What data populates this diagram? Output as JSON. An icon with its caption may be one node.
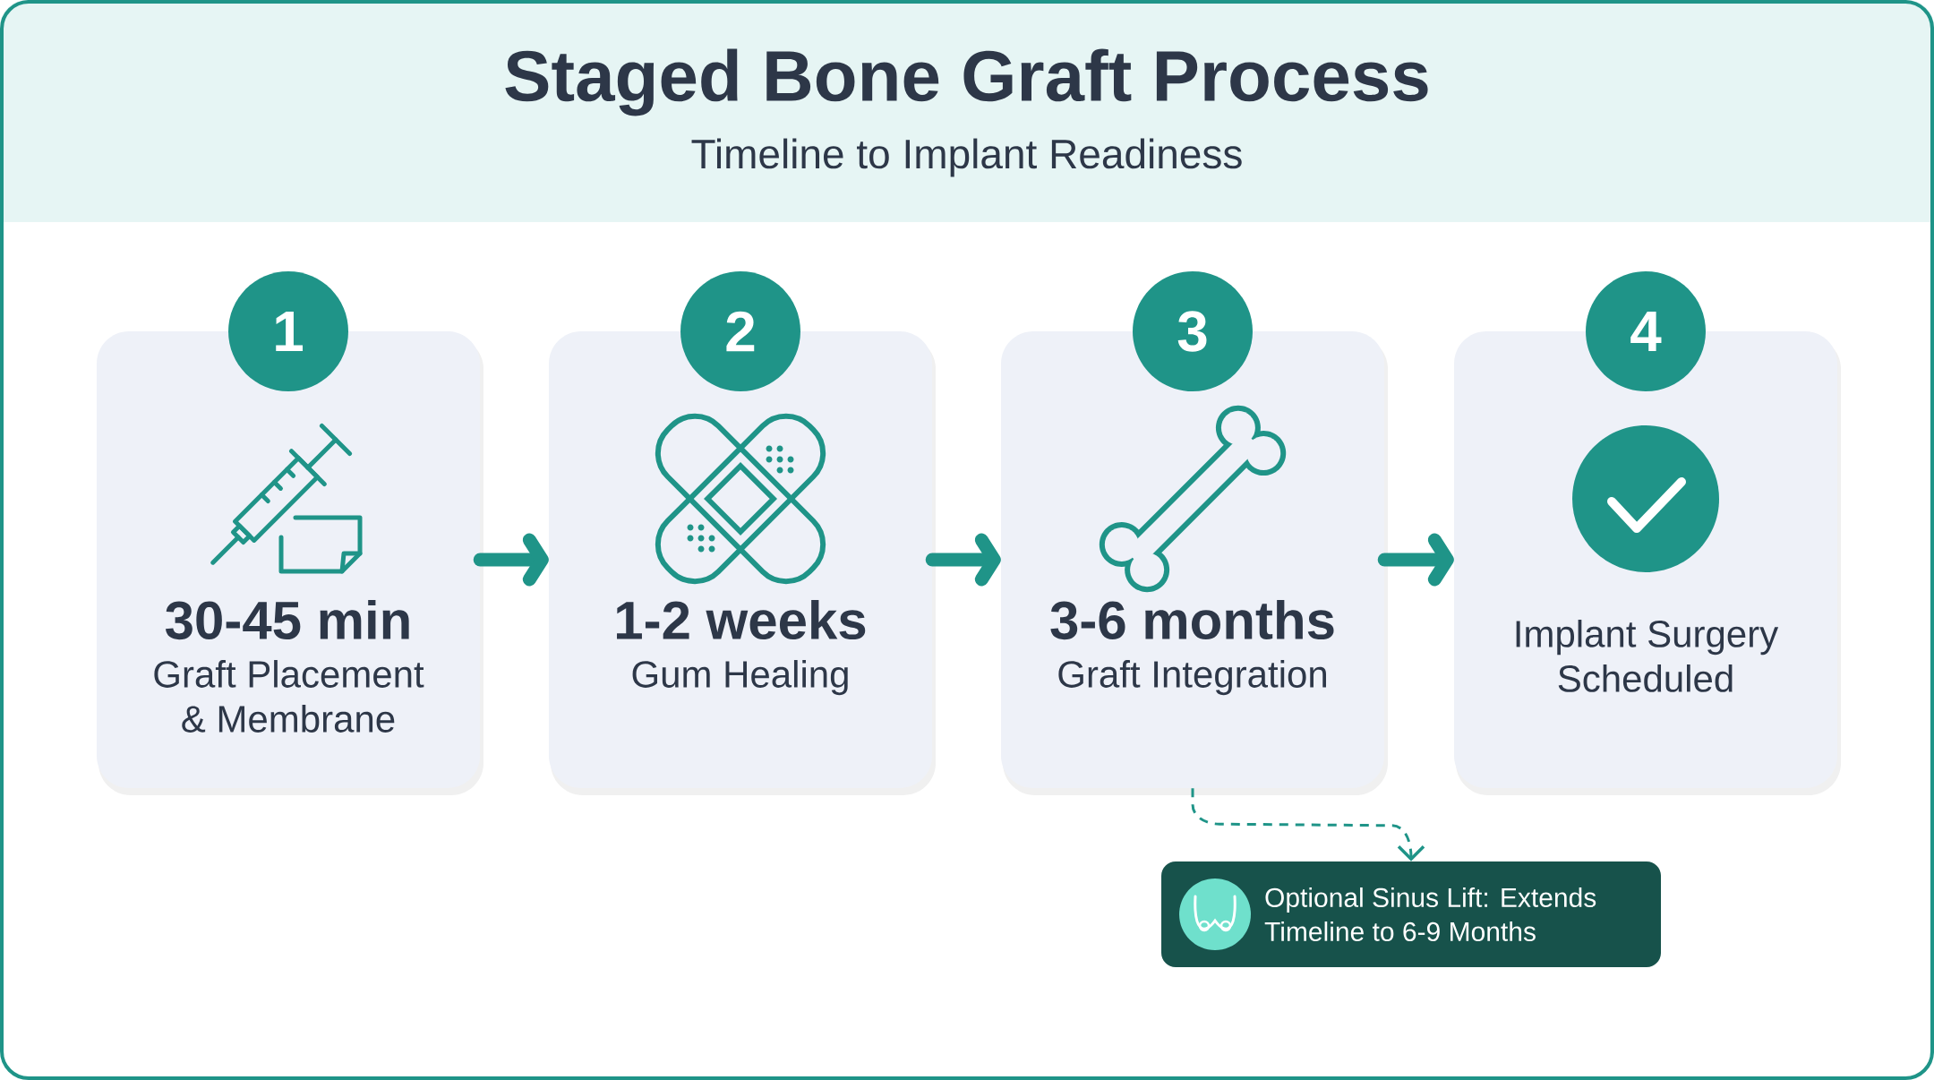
{
  "diagram": {
    "title": "Staged Bone Graft Process",
    "nodes": [
      {
        "text": [
          "1"
        ]
      },
      {
        "text": [
          "30-45 min",
          "Graft Placement & Membrane"
        ]
      },
      {
        "text": [
          "2"
        ]
      },
      {
        "text": [
          "1-2 weeks",
          "Gum Healing"
        ]
      },
      {
        "text": [
          "3"
        ]
      },
      {
        "text": [
          "3-6 months",
          "Graft Integration"
        ]
      },
      {
        "text": [
          "4"
        ]
      },
      {
        "text": [
          "Implant Surgery Scheduled"
        ]
      },
      {
        "text": [
          "Optional Sinus Lift: Extends Timeline to 6-9 Months"
        ]
      }
    ],
    "edges": [
      {
        "from": 1,
        "to": 3,
        "arrow": "to"
      },
      {
        "from": 3,
        "to": 5,
        "arrow": "to"
      },
      {
        "from": 5,
        "to": 7,
        "arrow": "to"
      },
      {
        "from": 5,
        "to": 8,
        "arrow": "to",
        "style": "dashed"
      }
    ],
    "labels": [
      "Timeline to Implant Readiness"
    ]
  }
}
